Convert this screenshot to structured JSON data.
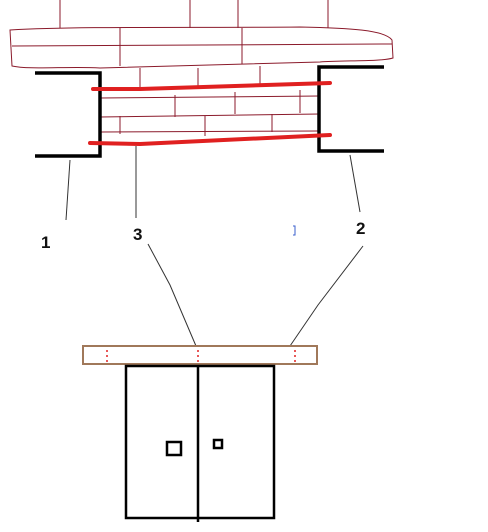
{
  "labels": {
    "one": "1",
    "two": "2",
    "three": "3"
  },
  "colors": {
    "masonry_lines": "#8b1a2b",
    "channel": "#000000",
    "rebar": "#e02020",
    "board": "#a0785a",
    "board_marks": "#e02020",
    "leader": "#333333",
    "stray_mark": "#3a5fcd"
  }
}
